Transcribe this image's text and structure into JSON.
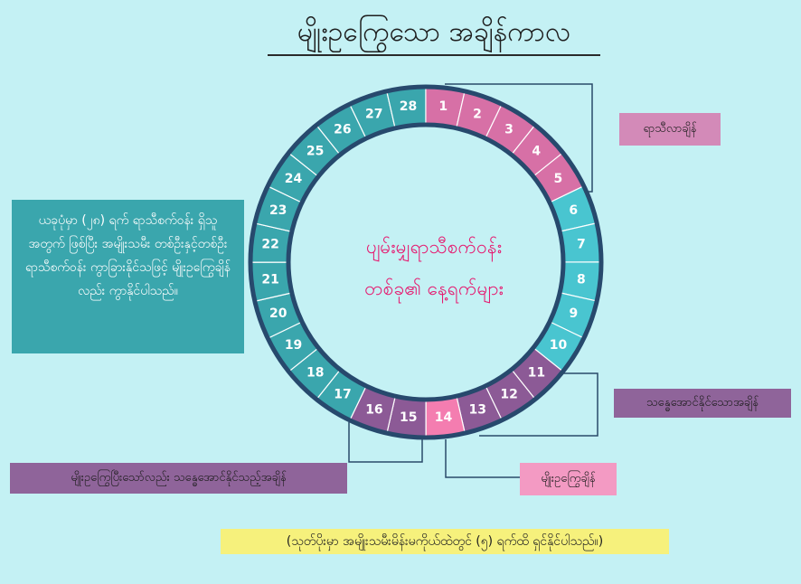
{
  "title": "မျိုးဥကြွေသော အချိန်ကာလ",
  "center_text": {
    "line1": "ပျမ်းမျှရာသီစက်ဝန်း",
    "line2": "တစ်ခု၏ နေ့ရက်များ"
  },
  "info_box": "ယခုပုံမှာ (၂၈) ရက် ရာသီစက်ဝန်း ရှိသူအတွက် ဖြစ်ပြီး အမျိုးသမီး တစ်ဦးနှင့်တစ်ဦး ရာသီစက်ဝန်း ကွာခြားနိုင်သဖြင့် မျိုးဥကြွေချိန် လည်း ကွာနိုင်ပါသည်။",
  "labels": {
    "period": "ရာသီလာချိန်",
    "fertile": "သန္ဓေအောင်နိုင်သောအချိန်",
    "ovulation": "မျိုးဥကြွေချိန်",
    "after_ovulation": "မျိုးဥကြွေပြီးသော်လည်း သန္ဓေအောင်နိုင်သည့်အချိန်"
  },
  "bottom_note": "(သုတ်ပိုးမှာ အမျိုးသမီးမိန်းမကိုယ်ထဲတွင် (၅) ရက်ထိ ရှင်နိုင်ပါသည်။)",
  "colors": {
    "background": "#c4f1f4",
    "ring_outline": "#27496d",
    "period": "#d770a6",
    "light_blue": "#49c5d0",
    "fertile": "#8c5a96",
    "ovulation": "#f47db0",
    "teal": "#3aa6ad",
    "center_text": "#e6196f",
    "period_label": "#d38ab8",
    "fertile_label": "#8f649a",
    "ovulation_label": "#f39ac3",
    "note_bg": "#f6f17c"
  },
  "days": [
    {
      "day": "1",
      "phase": "period"
    },
    {
      "day": "2",
      "phase": "period"
    },
    {
      "day": "3",
      "phase": "period"
    },
    {
      "day": "4",
      "phase": "period"
    },
    {
      "day": "5",
      "phase": "period"
    },
    {
      "day": "6",
      "phase": "light_blue"
    },
    {
      "day": "7",
      "phase": "light_blue"
    },
    {
      "day": "8",
      "phase": "light_blue"
    },
    {
      "day": "9",
      "phase": "light_blue"
    },
    {
      "day": "10",
      "phase": "light_blue"
    },
    {
      "day": "11",
      "phase": "fertile"
    },
    {
      "day": "12",
      "phase": "fertile"
    },
    {
      "day": "13",
      "phase": "fertile"
    },
    {
      "day": "14",
      "phase": "ovulation"
    },
    {
      "day": "15",
      "phase": "fertile"
    },
    {
      "day": "16",
      "phase": "fertile"
    },
    {
      "day": "17",
      "phase": "teal"
    },
    {
      "day": "18",
      "phase": "teal"
    },
    {
      "day": "19",
      "phase": "teal"
    },
    {
      "day": "20",
      "phase": "teal"
    },
    {
      "day": "21",
      "phase": "teal"
    },
    {
      "day": "22",
      "phase": "teal"
    },
    {
      "day": "23",
      "phase": "teal"
    },
    {
      "day": "24",
      "phase": "teal"
    },
    {
      "day": "25",
      "phase": "teal"
    },
    {
      "day": "26",
      "phase": "teal"
    },
    {
      "day": "27",
      "phase": "teal"
    },
    {
      "day": "28",
      "phase": "teal"
    }
  ]
}
